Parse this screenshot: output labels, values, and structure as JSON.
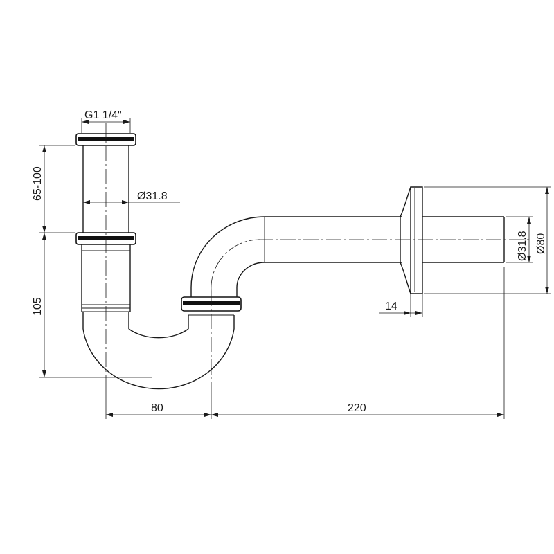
{
  "dimensions": {
    "thread": "G1 1/4\"",
    "pipe_diameter": "Ø31.8",
    "tailpiece_height": "65-100",
    "trap_height": "105",
    "trap_width": "80",
    "wall_length": "220",
    "flange_thickness": "14",
    "outlet_diameter": "Ø31.8",
    "flange_diameter": "Ø80"
  }
}
